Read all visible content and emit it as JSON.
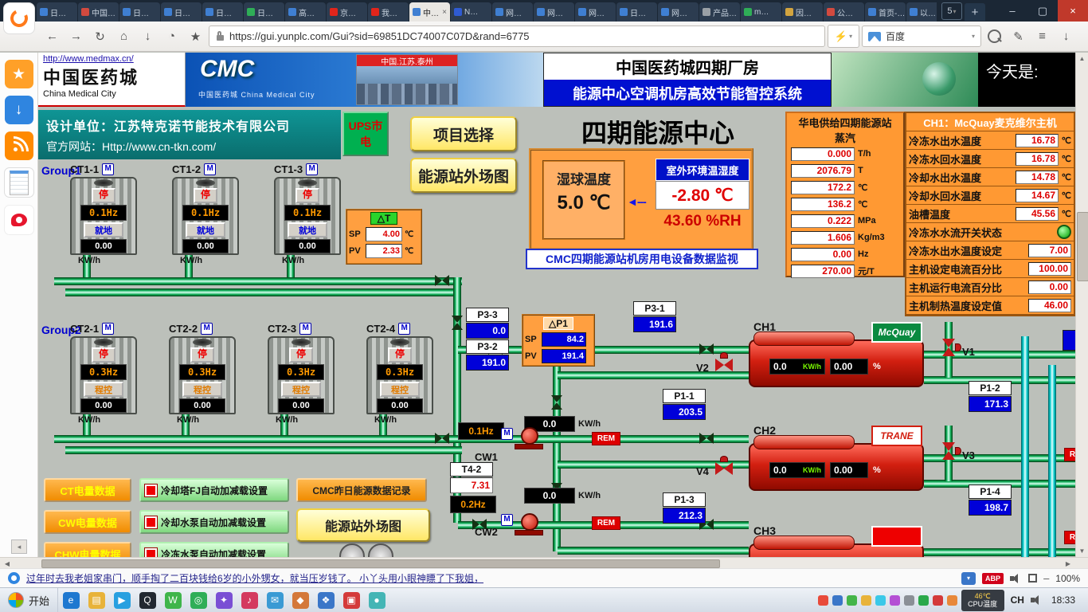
{
  "browser": {
    "tabs": [
      {
        "label": "日…",
        "color": "#3f7fd2"
      },
      {
        "label": "中国…",
        "color": "#d24a3f"
      },
      {
        "label": "日…",
        "color": "#3f7fd2"
      },
      {
        "label": "日…",
        "color": "#3f7fd2"
      },
      {
        "label": "日…",
        "color": "#3f7fd2"
      },
      {
        "label": "日…",
        "color": "#2fae57"
      },
      {
        "label": "高…",
        "color": "#3f7fd2"
      },
      {
        "label": "京…",
        "color": "#e1251b"
      },
      {
        "label": "我…",
        "color": "#e1251b"
      },
      {
        "label": "中…",
        "color": "#3f7fd2",
        "active": true
      },
      {
        "label": "N…",
        "color": "#2f5bd2"
      },
      {
        "label": "网…",
        "color": "#3f7fd2"
      },
      {
        "label": "网…",
        "color": "#3f7fd2"
      },
      {
        "label": "网…",
        "color": "#3f7fd2"
      },
      {
        "label": "日…",
        "color": "#3f7fd2"
      },
      {
        "label": "网…",
        "color": "#3f7fd2"
      },
      {
        "label": "产品…",
        "color": "#9aa0a6"
      },
      {
        "label": "m…",
        "color": "#2fae57"
      },
      {
        "label": "因…",
        "color": "#d2a43f"
      },
      {
        "label": "公…",
        "color": "#d24a3f"
      },
      {
        "label": "首页-…",
        "color": "#3f7fd2"
      },
      {
        "label": "以…",
        "color": "#3f7fd2"
      }
    ],
    "tab_close": "×",
    "tab_counter": "5",
    "new_tab": "+",
    "window_controls": {
      "minimize": "–",
      "maximize": "▢",
      "close": "×"
    },
    "nav": {
      "back": "←",
      "forward": "→",
      "refresh": "↻",
      "home": "⌂",
      "download": "↓",
      "history": "◔",
      "bookmark": "★"
    },
    "url": "https://gui.yunplc.com/Gui?sid=69851DC74007C07D&rand=6775",
    "bolt": "⚡",
    "search_engine": "百度",
    "right_icons": {
      "edit": "✎",
      "menu": "≡",
      "download": "↓"
    },
    "scroll": {
      "up": "▲",
      "down": "▼",
      "left": "◀",
      "right": "▶"
    }
  },
  "scada": {
    "header": {
      "medmax_url": "http://www.medmax.cn/",
      "brand_cn": "中国医药城",
      "brand_en": "China Medical City",
      "cmc_logo": "CMC",
      "cmc_sub": "中国医药城  China Medical City",
      "photo_caption": "中国.江苏.泰州",
      "plant_title": "中国医药城四期厂房",
      "system_title": "能源中心空调机房高效节能智控系统",
      "today": "今天是:"
    },
    "designer": {
      "line1": "设计单位：江苏特克诺节能技术有限公司",
      "line2": "官方网站：Http://www.cn-tkn.com/"
    },
    "ups_button": "UPS市电",
    "project_button": "项目选择",
    "outfield_button": "能源站外场图",
    "center_title": "四期能源中心",
    "wet_bulb": {
      "label": "湿球温度",
      "value": "5.0 ℃"
    },
    "arrow": "◄---",
    "outdoor": {
      "label": "室外环境温湿度",
      "temp": "-2.80 ℃",
      "rh": "43.60 %RH"
    },
    "monitor_button": "CMC四期能源站机房用电设备数据监视",
    "steam_panel": {
      "title": "华电供给四期能源站",
      "subtitle": "蒸汽",
      "rows": [
        {
          "value": "0.000",
          "unit": "T/h"
        },
        {
          "value": "2076.79",
          "unit": "T"
        },
        {
          "value": "172.2",
          "unit": "℃"
        },
        {
          "value": "136.2",
          "unit": "℃"
        },
        {
          "value": "0.222",
          "unit": "MPa"
        },
        {
          "value": "1.606",
          "unit": "Kg/m3"
        },
        {
          "value": "0.00",
          "unit": "Hz"
        },
        {
          "value": "270.00",
          "unit": "元/T"
        }
      ]
    },
    "ch1_panel": {
      "title": "CH1：McQuay麦克维尔主机",
      "temp_rows": [
        {
          "label": "冷冻水出水温度",
          "value": "16.78",
          "unit": "℃"
        },
        {
          "label": "冷冻水回水温度",
          "value": "16.78",
          "unit": "℃"
        },
        {
          "label": "冷却水出水温度",
          "value": "14.78",
          "unit": "℃"
        },
        {
          "label": "冷却水回水温度",
          "value": "14.67",
          "unit": "℃"
        },
        {
          "label": "油槽温度",
          "value": "45.56",
          "unit": "℃"
        }
      ],
      "flow_label": "冷冻水水流开关状态",
      "set_rows": [
        {
          "label": "冷冻水出水温度设定",
          "value": "7.00"
        },
        {
          "label": "主机设定电流百分比",
          "value": "100.00"
        },
        {
          "label": "主机运行电流百分比",
          "value": "0.00"
        },
        {
          "label": "主机制热温度设定值",
          "value": "46.00"
        }
      ]
    },
    "group1_label": "Group1",
    "group2_label": "Group2",
    "m_badge": "M",
    "kw_unit": "KW/h",
    "group1_towers": [
      {
        "id": "CT1-1",
        "state": "停",
        "hz": "0.1Hz",
        "mode": "就地",
        "kw": "0.00"
      },
      {
        "id": "CT1-2",
        "state": "停",
        "hz": "0.1Hz",
        "mode": "就地",
        "kw": "0.00"
      },
      {
        "id": "CT1-3",
        "state": "停",
        "hz": "0.1Hz",
        "mode": "就地",
        "kw": "0.00"
      }
    ],
    "group2_towers": [
      {
        "id": "CT2-1",
        "state": "停",
        "hz": "0.3Hz",
        "mode": "程控",
        "kw": "0.00"
      },
      {
        "id": "CT2-2",
        "state": "停",
        "hz": "0.3Hz",
        "mode": "程控",
        "kw": "0.00"
      },
      {
        "id": "CT2-3",
        "state": "停",
        "hz": "0.3Hz",
        "mode": "程控",
        "kw": "0.00"
      },
      {
        "id": "CT2-4",
        "state": "停",
        "hz": "0.3Hz",
        "mode": "程控",
        "kw": "0.00"
      }
    ],
    "dt_panel": {
      "label": "△T",
      "sp_label": "SP",
      "sp_value": "4.00",
      "sp_unit": "℃",
      "pv_label": "PV",
      "pv_value": "2.33",
      "pv_unit": "℃"
    },
    "dp_panel": {
      "label": "△P1",
      "sp_label": "SP",
      "sp_value": "84.2",
      "pv_label": "PV",
      "pv_value": "191.4"
    },
    "sensors": [
      {
        "id": "P3-3",
        "value": "0.0"
      },
      {
        "id": "P3-2",
        "value": "191.0"
      },
      {
        "id": "P3-1",
        "value": "191.6"
      },
      {
        "id": "P1-1",
        "value": "203.5"
      },
      {
        "id": "P1-2",
        "value": "171.3"
      },
      {
        "id": "P1-3",
        "value": "212.3"
      },
      {
        "id": "P1-4",
        "value": "198.7"
      },
      {
        "id": "T4-2",
        "value": "7.31"
      }
    ],
    "pumps": [
      {
        "id": "CW1",
        "hz": "0.1Hz",
        "kw": "0.0",
        "rem": "REM"
      },
      {
        "id": "CW2",
        "hz": "0.2Hz",
        "kw": "0.0",
        "rem": "REM"
      }
    ],
    "chillers": [
      {
        "id": "CH1",
        "brand": "McQuay",
        "kw": "0.0",
        "kw_unit": "KW/h",
        "pct": "0.00",
        "pct_unit": "%"
      },
      {
        "id": "CH2",
        "brand": "TRANE",
        "kw": "0.0",
        "kw_unit": "KW/h",
        "pct": "0.00",
        "pct_unit": "%"
      },
      {
        "id": "CH3"
      }
    ],
    "valve_labels": [
      "V2",
      "V1",
      "V4",
      "V3"
    ],
    "edge_badge": "REM",
    "bottom_buttons": {
      "energy": [
        "CT电量数据",
        "CW电量数据",
        "CHW电量数据"
      ],
      "auto": [
        "冷却塔FJ自动加减载设置",
        "冷却水泵自动加减载设置",
        "冷冻水泵自动加减载设置"
      ],
      "record": "CMC昨日能源数据记录",
      "outfield": "能源站外场图"
    }
  },
  "status_bar": {
    "ticker": "过年时去我老姐家串门，顺手掏了二百块钱给6岁的小外甥女，就当压岁钱了。 小丫头用小眼神瞟了下我姐，",
    "abp": "ABP",
    "minus": "–",
    "zoom": "100%"
  },
  "taskbar": {
    "start": "开始",
    "apps": [
      {
        "glyph": "e",
        "c": "#1e78d0"
      },
      {
        "glyph": "▤",
        "c": "#e8b33a"
      },
      {
        "glyph": "▶",
        "c": "#28a0e0"
      },
      {
        "glyph": "Q",
        "c": "#222831"
      },
      {
        "glyph": "W",
        "c": "#3fb54a"
      },
      {
        "glyph": "◎",
        "c": "#2fae57"
      },
      {
        "glyph": "✦",
        "c": "#7a4fd4"
      },
      {
        "glyph": "♪",
        "c": "#d43a5f"
      },
      {
        "glyph": "✉",
        "c": "#3a9ad4"
      },
      {
        "glyph": "◆",
        "c": "#d4783a"
      },
      {
        "glyph": "❖",
        "c": "#3a76c8"
      },
      {
        "glyph": "▣",
        "c": "#d43a3a"
      },
      {
        "glyph": "●",
        "c": "#44b5b5"
      }
    ],
    "tray": [
      {
        "c": "#e84a3a"
      },
      {
        "c": "#3a76c8"
      },
      {
        "c": "#44b549"
      },
      {
        "c": "#e8b33a"
      },
      {
        "c": "#3ac8e8"
      },
      {
        "c": "#b44fd4"
      },
      {
        "c": "#8a8f96"
      },
      {
        "c": "#2aa84a"
      },
      {
        "c": "#d43a3a"
      },
      {
        "c": "#e8883a"
      }
    ],
    "cpu_temp": "46℃",
    "cpu_label": "CPU温度",
    "ime": "CH",
    "time": "18:33"
  }
}
